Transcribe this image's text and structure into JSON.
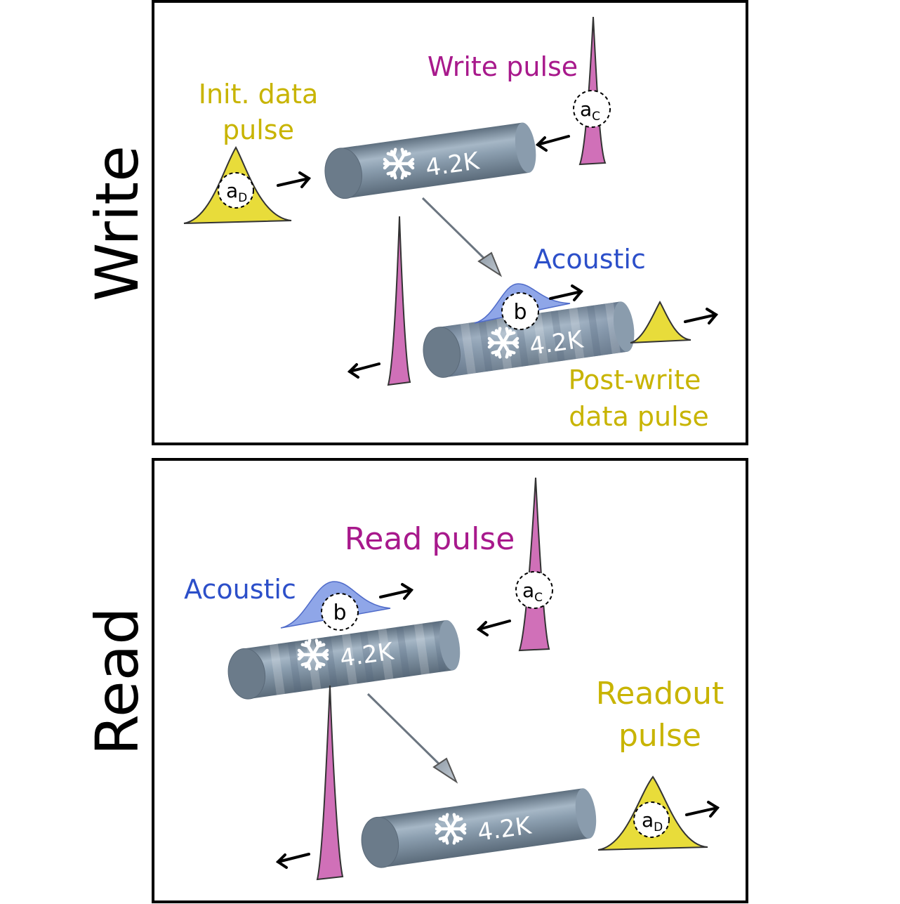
{
  "panels": {
    "write": {
      "side_label": "Write"
    },
    "read": {
      "side_label": "Read"
    }
  },
  "labels": {
    "init_data_line1": "Init. data",
    "init_data_line2": "pulse",
    "write_pulse": "Write pulse",
    "acoustic": "Acoustic",
    "post_write_line1": "Post-write",
    "post_write_line2": "data pulse",
    "read_pulse": "Read pulse",
    "readout_line1": "Readout",
    "readout_line2": "pulse",
    "temperature": "4.2K",
    "mode_data": "a",
    "mode_data_sub": "D",
    "mode_control": "a",
    "mode_control_sub": "C",
    "mode_acoustic": "b"
  },
  "colors": {
    "data_pulse": "#e8dc3a",
    "data_text": "#c8b400",
    "control_pulse": "#d070b8",
    "control_text": "#a8198c",
    "acoustic": "#8fa6e8",
    "acoustic_text": "#2c4fc9",
    "fiber": "#7a8ea0",
    "fiber_end": "#6b7b8a"
  }
}
